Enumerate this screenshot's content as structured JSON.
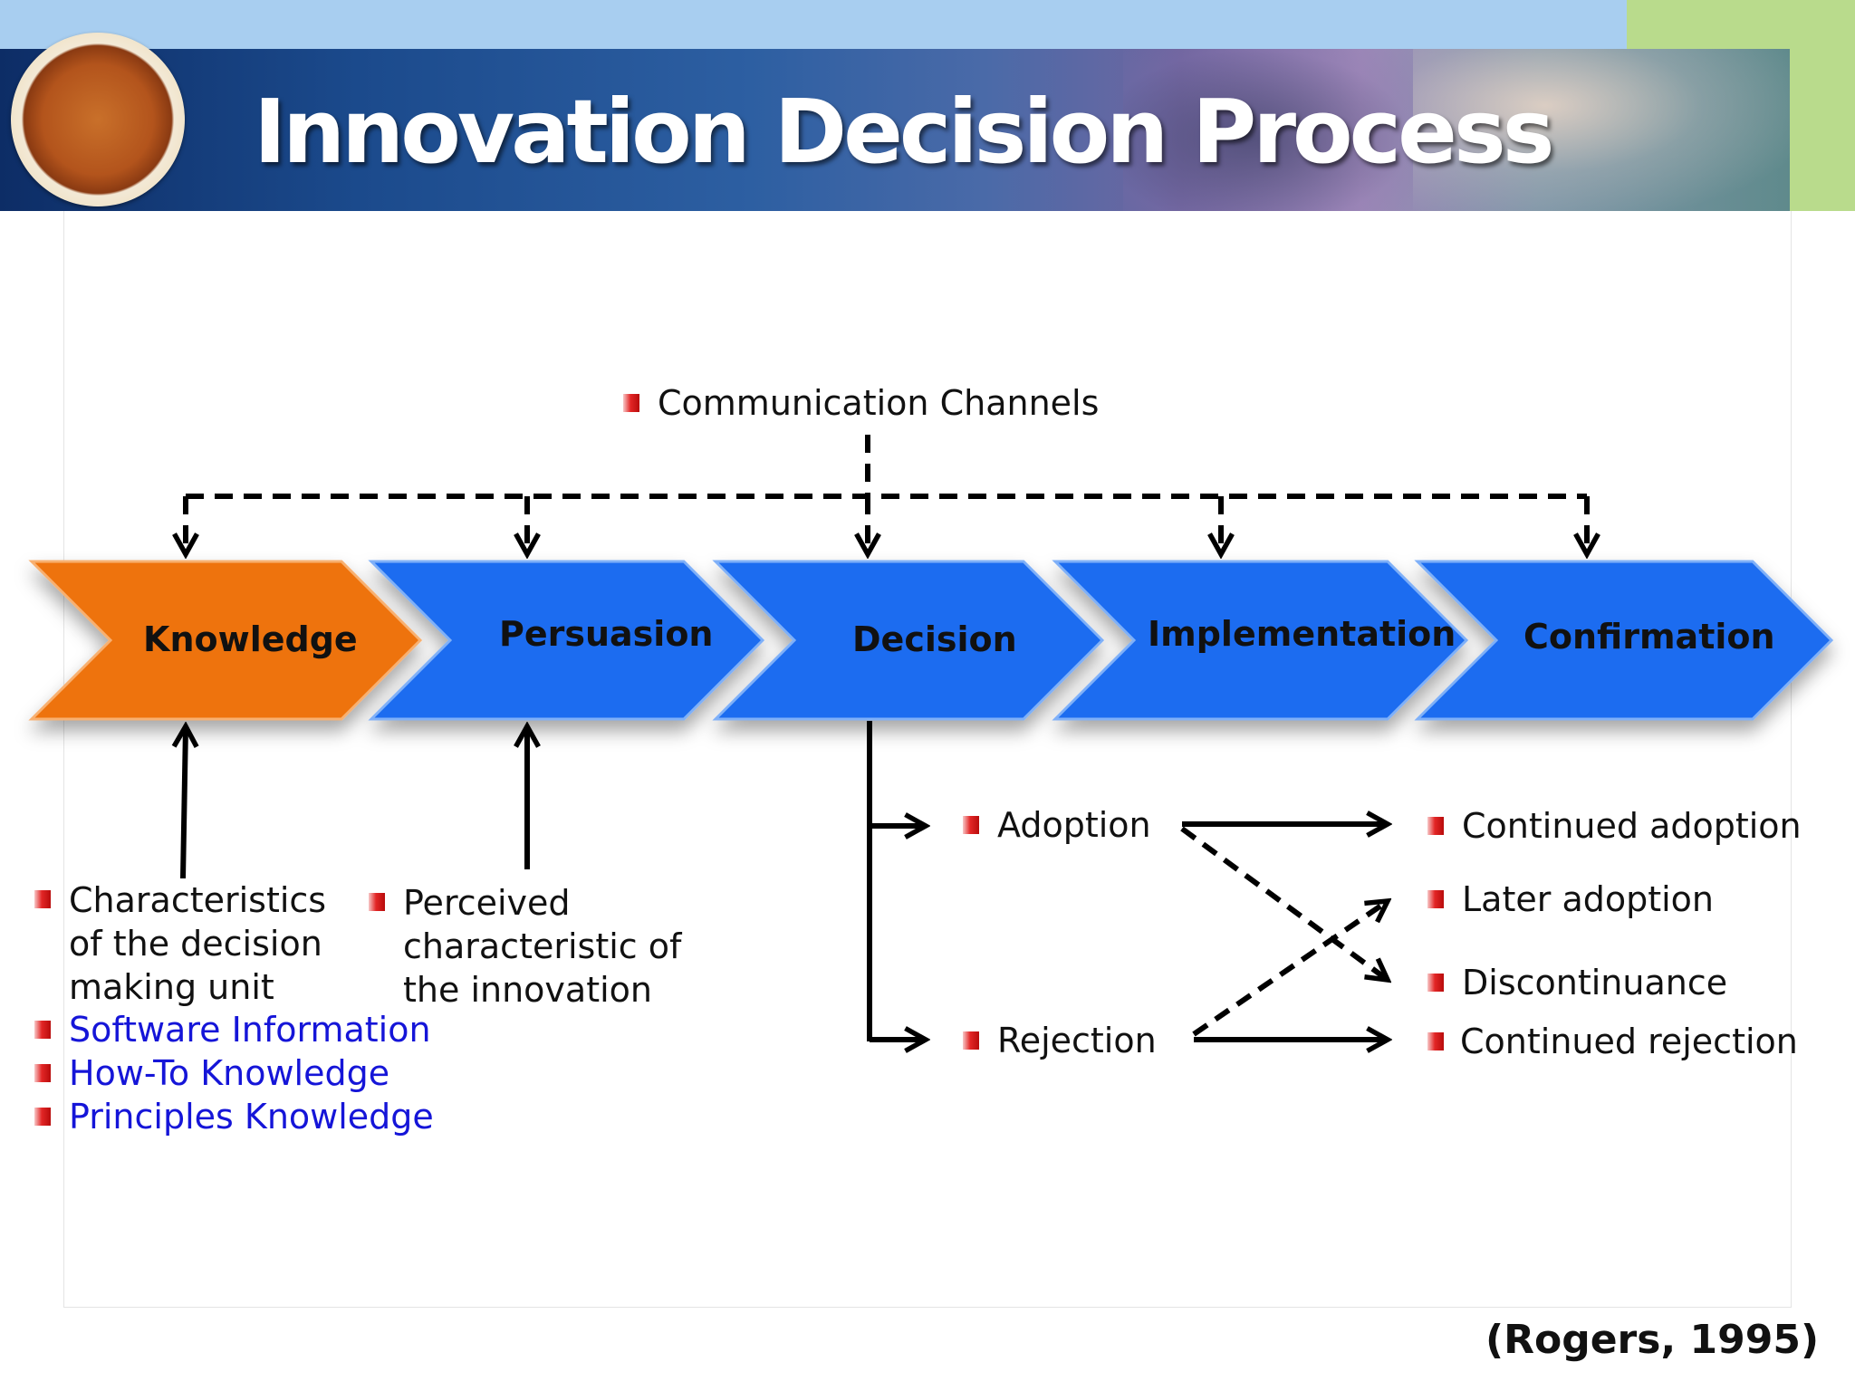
{
  "header": {
    "title": "Innovation Decision Process"
  },
  "communication": {
    "label": "Communication Channels"
  },
  "stages": [
    {
      "label": "Knowledge",
      "color": "#ee7310"
    },
    {
      "label": "Persuasion",
      "color": "#1a6cf0"
    },
    {
      "label": "Decision",
      "color": "#1a6cf0"
    },
    {
      "label": "Implementation",
      "color": "#1a6cf0"
    },
    {
      "label": "Confirmation",
      "color": "#1a6cf0"
    }
  ],
  "knowledge_inputs": {
    "characteristics": [
      "Characteristics",
      "of the decision",
      "making unit"
    ],
    "types": [
      "Software Information",
      "How-To Knowledge",
      "Principles Knowledge"
    ]
  },
  "persuasion_inputs": {
    "lines": [
      "Perceived",
      "characteristic of",
      "the innovation"
    ]
  },
  "decision_outcomes": {
    "adoption": "Adoption",
    "rejection": "Rejection"
  },
  "confirmation_outcomes": [
    "Continued adoption",
    "Later adoption",
    "Discontinuance",
    "Continued rejection"
  ],
  "citation": "(Rogers, 1995)",
  "colors": {
    "bullet": "#e32626",
    "link_text": "#1515d8",
    "header_dark": "#0d2d66"
  }
}
